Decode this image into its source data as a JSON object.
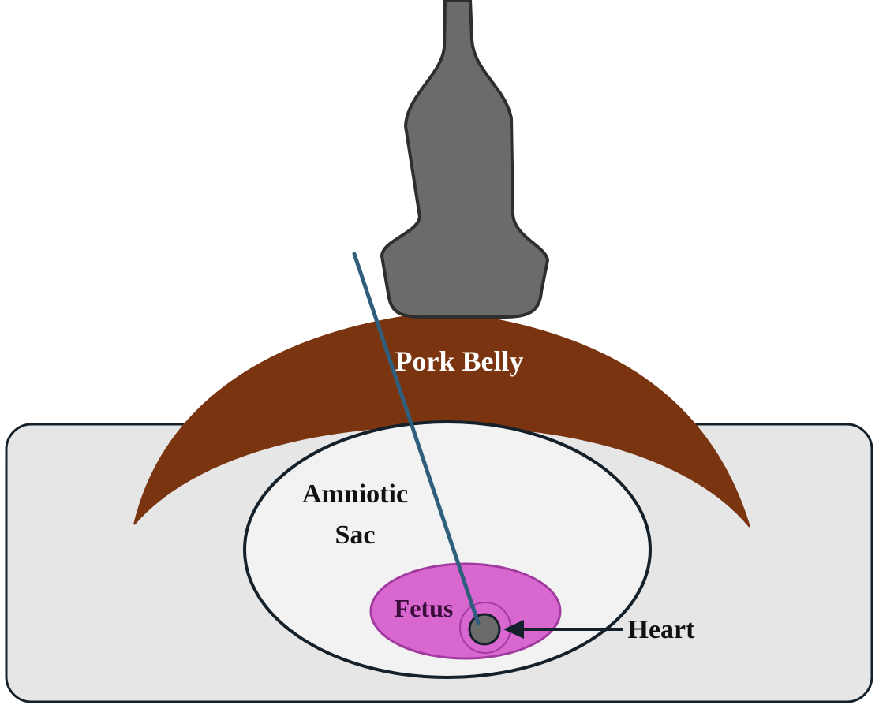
{
  "labels": {
    "pork_belly": "Pork Belly",
    "amniotic_line1": "Amniotic",
    "amniotic_line2": "Sac",
    "fetus": "Fetus",
    "heart": "Heart"
  },
  "colors": {
    "probe_fill": "#6b6b6b",
    "probe_stroke": "#2e2e2e",
    "pork_belly": "#7a3510",
    "container": "#e6e6e6",
    "amniotic_sac": "#f2f2f2",
    "fetus": "#d868d0",
    "fetus_stroke": "#a23ba0",
    "heart": "#6b6b6b",
    "needle": "#2f5f7d",
    "outline": "#14202a"
  }
}
